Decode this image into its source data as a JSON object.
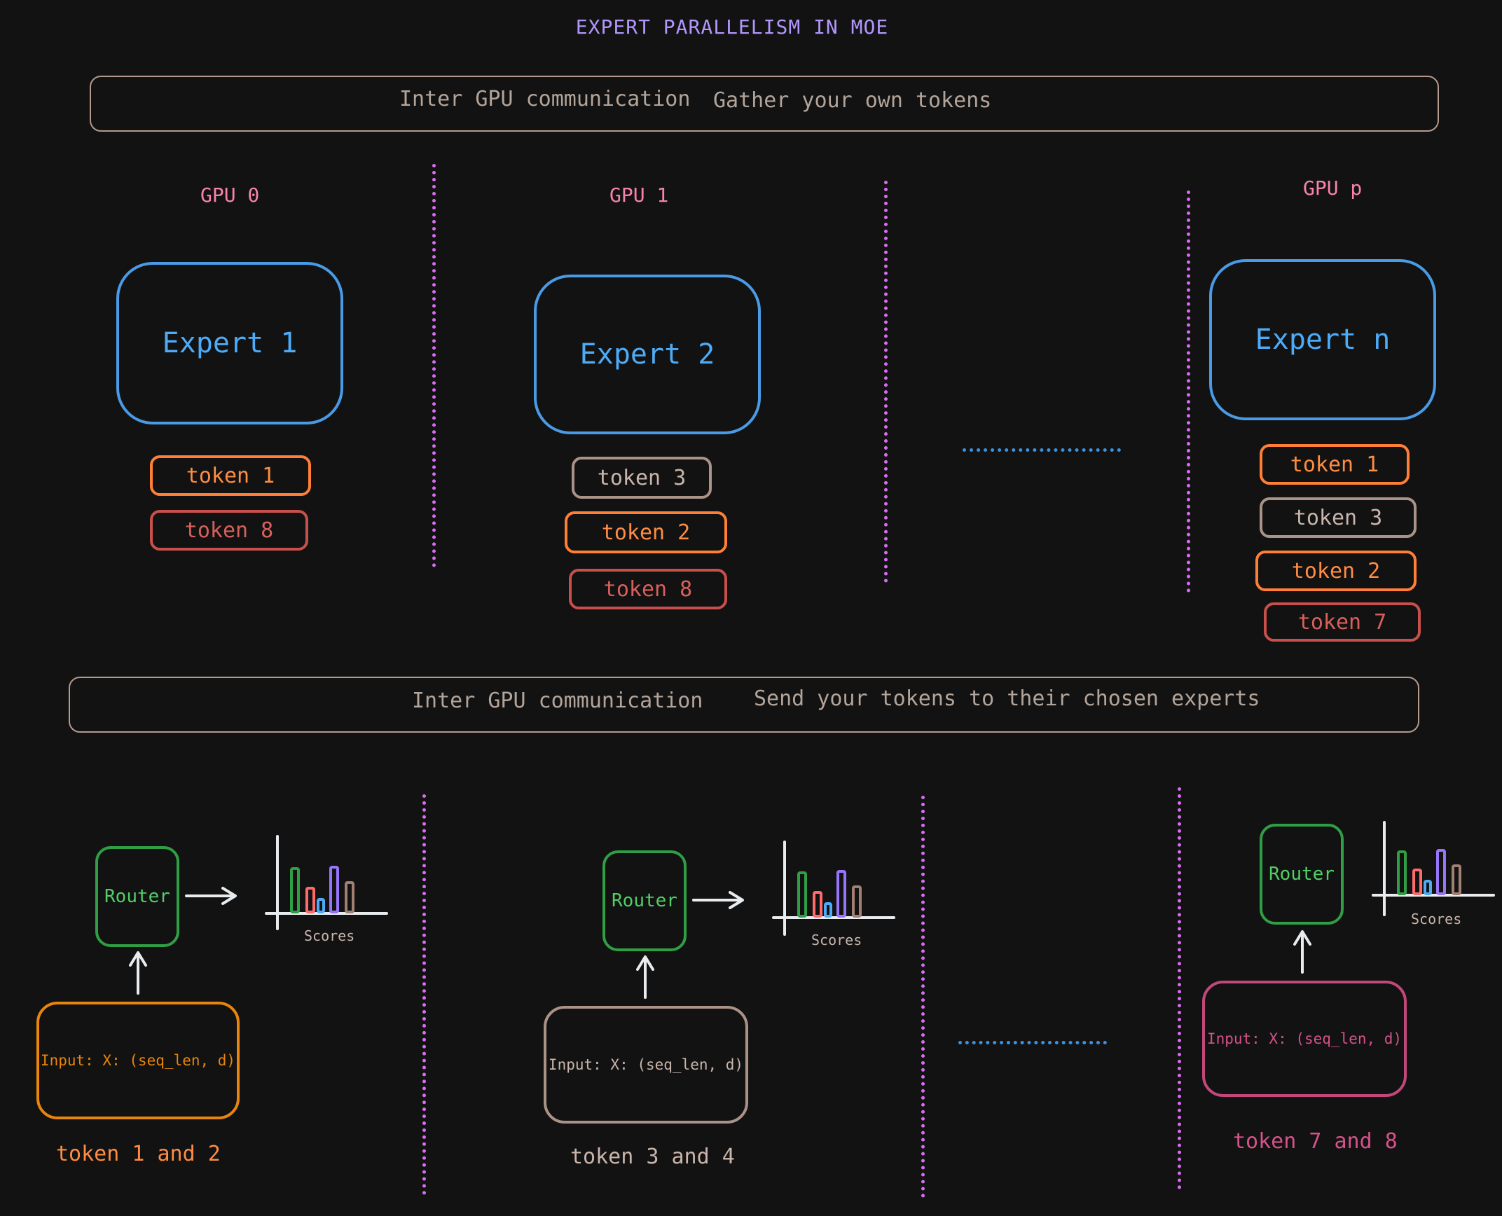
{
  "title": "EXPERT PARALLELISM IN MOE",
  "top_band": {
    "label": "Inter GPU communication",
    "description": "Gather your own tokens"
  },
  "bottom_band": {
    "label": "Inter GPU communication",
    "description": "Send your tokens to their chosen experts"
  },
  "gpus": [
    {
      "label": "GPU 0",
      "expert": "Expert 1",
      "tokens": [
        "token 1",
        "token 8"
      ],
      "router": "Router",
      "scores_label": "Scores",
      "input": "Input: X: (seq_len, d)",
      "caption": "token 1 and 2"
    },
    {
      "label": "GPU 1",
      "expert": "Expert 2",
      "tokens": [
        "token 3",
        "token 2",
        "token 8"
      ],
      "router": "Router",
      "scores_label": "Scores",
      "input": "Input: X: (seq_len, d)",
      "caption": "token 3 and 4"
    },
    {
      "label": "GPU p",
      "expert": "Expert n",
      "tokens": [
        "token 1",
        "token 3",
        "token 2",
        "token 7"
      ],
      "router": "Router",
      "scores_label": "Scores",
      "input": "Input: X: (seq_len, d)",
      "caption": "token 7 and 8"
    }
  ],
  "colors": {
    "title": "#b197fc",
    "gpu_label": "#f783ac",
    "expert": "#4dabf7",
    "token_orange": "#ff8c42",
    "token_red": "#d8605b",
    "token_gray": "#c9b5ab",
    "router": "#51cf66",
    "separator": "#d96cf2",
    "ellipsis": "#3a93e0",
    "input_orange": "#e8850c",
    "input_gray": "#aa9287",
    "input_pink": "#c2477a"
  },
  "score_bar_colors": [
    "#2f9e44",
    "#ff6b6b",
    "#4dabf7",
    "#9775fa",
    "#a18072"
  ]
}
